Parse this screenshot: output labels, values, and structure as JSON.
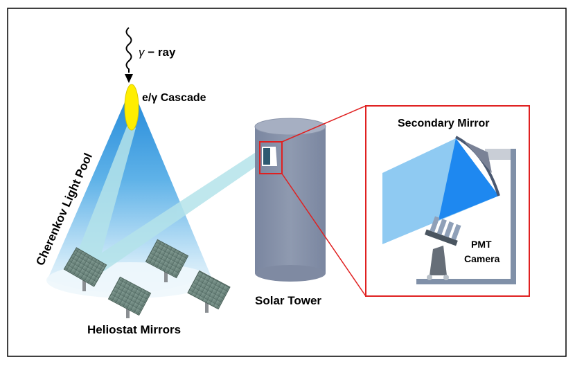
{
  "labels": {
    "gamma_ray_symbol": "γ",
    "gamma_ray_text": " − ray",
    "cascade": "e/γ Cascade",
    "light_pool": "Cherenkov Light Pool",
    "heliostats": "Heliostat Mirrors",
    "tower": "Solar Tower",
    "secondary": "Secondary  Mirror",
    "pmt_line1": "PMT",
    "pmt_line2": "Camera"
  },
  "icons": [
    "wavy-arrow-icon",
    "heliostat-icon",
    "pmt-camera-icon"
  ],
  "colors": {
    "cone_top": "#1f86d8",
    "cone_bottom": "#e4f2fb",
    "beam": "#b4e3ea",
    "cascade": "#ffee00",
    "tower": "#8792a8",
    "inset_border": "#e02020",
    "mirror_dark": "#1e88f0",
    "mirror_light": "#8fcaf2",
    "frame": "#8090a8"
  }
}
